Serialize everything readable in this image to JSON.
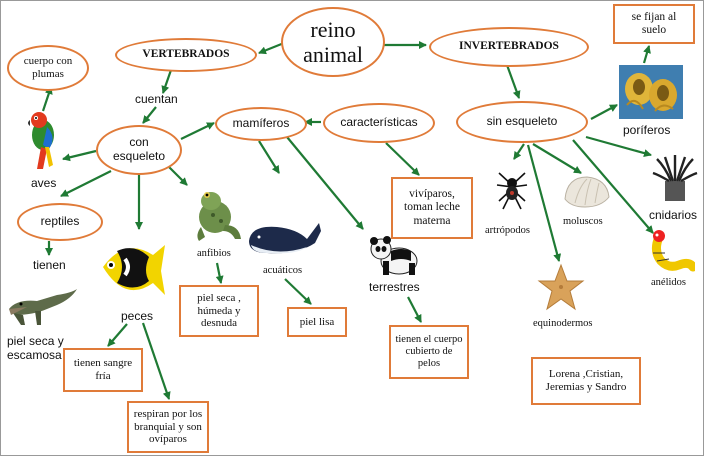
{
  "colors": {
    "border": "#e07b39",
    "arrow": "#1f7a34"
  },
  "nodes": {
    "reino_animal": "reino animal",
    "vertebrados": "VERTEBRADOS",
    "invertebrados": "INVERTEBRADOS",
    "cuerpo_plumas": "cuerpo con plumas",
    "con_esqueleto": "con esqueleto",
    "mamiferos": "mamíferos",
    "caracteristicas": "características",
    "sin_esqueleto": "sin esqueleto",
    "se_fijan": "se fijan al suelo",
    "reptiles": "reptiles",
    "viviparos": "vivíparos, toman leche materna",
    "piel_seca_humeda": "piel seca , húmeda y desnuda",
    "piel_lisa": "piel lisa",
    "tienen_cuerpo": "tienen el cuerpo cubierto de pelos",
    "sangre_fria": "tienen sangre fría",
    "respiran": "respiran por los branquial y son ovíparos",
    "autores": "Lorena ,Cristian, Jeremias y Sandro"
  },
  "labels": {
    "cuentan": "cuentan",
    "aves": "aves",
    "tienen": "tienen",
    "piel_seca_escamosa": "piel  seca y escamosa",
    "peces": "peces",
    "anfibios": "anfibios",
    "acuaticos": "acuáticos",
    "terrestres": "terrestres",
    "artropodos": "artrópodos",
    "moluscos": "moluscos",
    "poriferos": "poríferos",
    "cnidarios": "cnidarios",
    "anelidos": "anélidos",
    "equinodermos": "equinodermos"
  },
  "images": [
    "parrot",
    "crocodile",
    "fish",
    "frog",
    "whale",
    "panda",
    "spider",
    "shell",
    "starfish",
    "sponge",
    "anemone",
    "worm"
  ]
}
